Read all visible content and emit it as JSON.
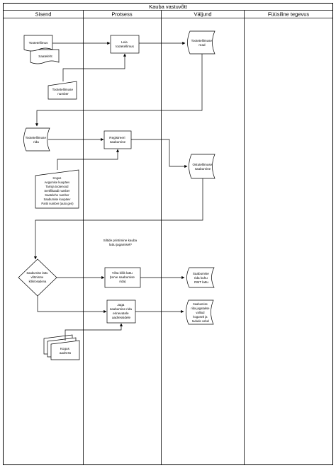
{
  "title": "Kauba vastuvõtt",
  "lanes": [
    "Sisend",
    "Protsess",
    "Väljund",
    "Füüsiline tegevus"
  ],
  "nodes": {
    "tootetellimus": [
      "Tootetellimus"
    ],
    "saateleht": [
      "Saateleht"
    ],
    "tootetellimuse_number": [
      "Tootetellimuse",
      "number"
    ],
    "leia_tootetellimus": [
      "Leia",
      "tootetellimus"
    ],
    "tootetellimuse_read": [
      "Tootetellimuse",
      "read"
    ],
    "tootetellimuse_rida": [
      "Tootetellimuse",
      "rida"
    ],
    "registreeri_saabumine": [
      "Registreeri",
      "saabumine"
    ],
    "ostutellimuse_saabumine": [
      "Ostutellimuse",
      "saabumine"
    ],
    "saabumise_andmed": [
      "Kogus",
      "Aegumise kuupäev",
      "Tarnija tootenood",
      "Sertifikaadi number",
      "Saatelehe number",
      "Saabumise kuupäev",
      "Partii number (auto gen)"
    ],
    "annotation": [
      "Siltide printimine kauba",
      "lattu jagamiseł?"
    ],
    "decision": [
      "Saabumise lattu",
      "võtmisme",
      "kõik/osadena"
    ],
    "vota_koik_lattu": [
      "Võta kõik lattu",
      "(terve saabumise",
      "rida)"
    ],
    "jaga_saabumise_rida": [
      "Jaga",
      "saabumise rida",
      "erinevatele",
      "aadressidele"
    ],
    "saabumise_rida_kuhu": [
      "Saabumise",
      "rida kuhu",
      "RMT lattu"
    ],
    "saabumise_rida_jagatakse": [
      "Saabumise",
      "rida jagatakse",
      "valitud",
      "koguselt ja",
      "tadude vahel"
    ],
    "kogus_aadress": [
      "Kogus",
      "aadress"
    ]
  }
}
